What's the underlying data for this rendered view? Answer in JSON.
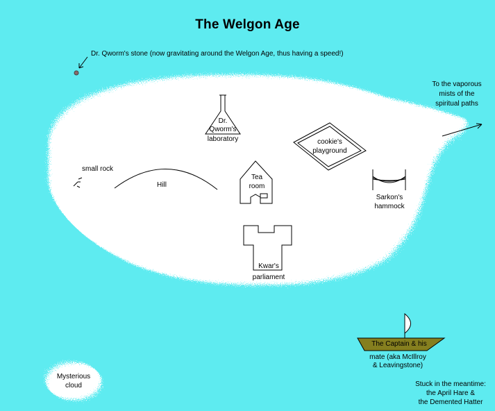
{
  "map": {
    "title": "The Welgon Age",
    "labels": {
      "stone": "Dr. Qworm's stone (now gravitating around the Welgon Age, thus having a speed!)",
      "vapour_1": "To the vaporous",
      "vapour_2": "mists of the",
      "vapour_3": "spiritual paths",
      "lab_1": "Dr.",
      "lab_2": "Qworm's",
      "lab_3": "laboratory",
      "cookie_1": "cookie's",
      "cookie_2": "playground",
      "rock": "small rock",
      "hill": "Hill",
      "tea_1": "Tea",
      "tea_2": "room",
      "hammock_1": "Sarkon's",
      "hammock_2": "hammock",
      "parliament_1": "Kwar's",
      "parliament_2": "parliament",
      "boat": "The Captain & his",
      "mate_1": "mate (aka McIllroy",
      "mate_2": "& Leavingstone)",
      "cloud_1": "Mysterious",
      "cloud_2": "cloud",
      "stuck_1": "Stuck in the meantime:",
      "stuck_2": "the April Hare &",
      "stuck_3": "the Demented Hatter"
    },
    "colors": {
      "sea": "#5eebf0",
      "land": "#ffffff",
      "boat_hull": "#857f1f",
      "stone": "#8a6a6a"
    },
    "icons": [
      "stone-marker",
      "flask-icon",
      "house-icon",
      "hammock-icon",
      "castle-icon",
      "boat-icon",
      "arrow-icon"
    ]
  }
}
